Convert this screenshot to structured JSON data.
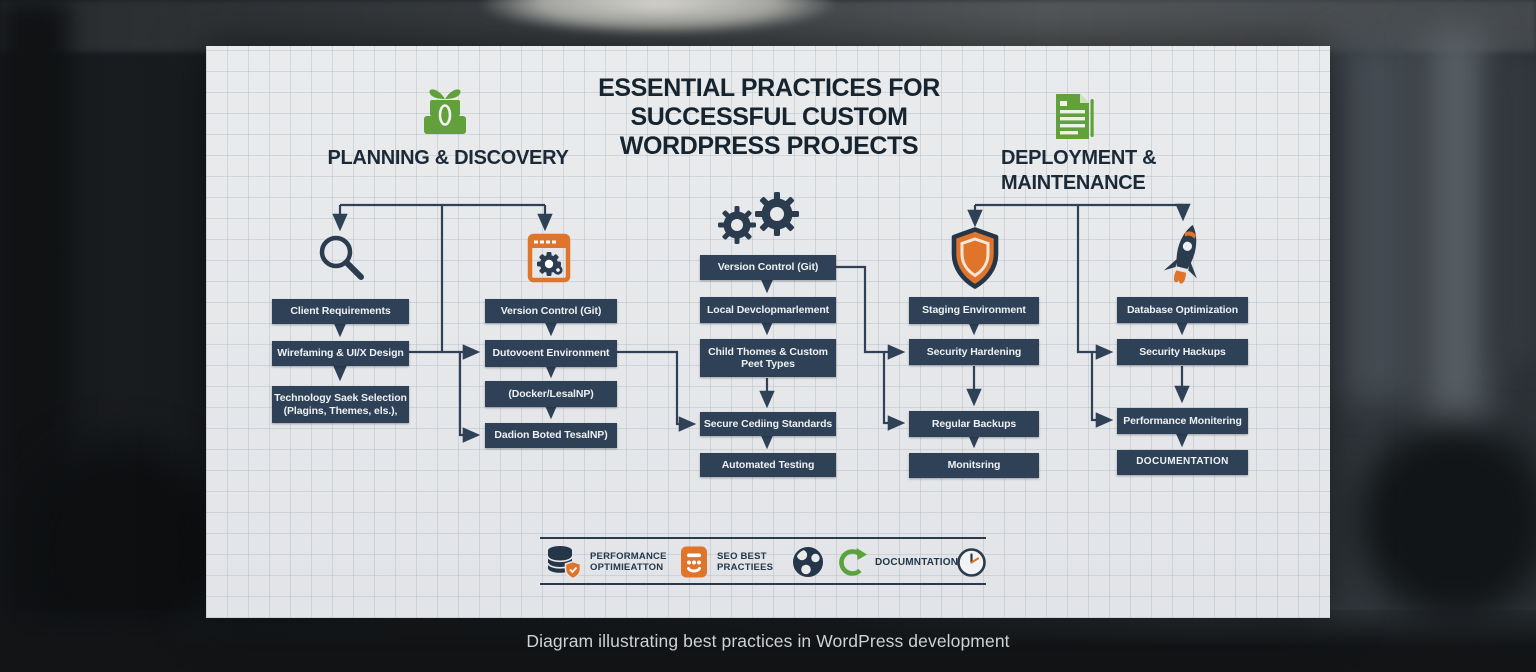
{
  "title": "ESSENTIAL PRACTICES FOR\nSUCCESSFUL CUSTOM\nWORDPRESS PROJECTS",
  "caption": "Diagram illustrating best practices in WordPress development",
  "sections": {
    "planning": {
      "label": "PLANNING & DISCOVERY",
      "icon": "gift-box-icon"
    },
    "deployment": {
      "label": "DEPLOYMENT &\nMAINTENANCE",
      "icon": "document-icon"
    }
  },
  "columns": [
    {
      "name": "discovery",
      "icon": "magnifier-icon",
      "boxes": [
        "Client Requirements",
        "Wirefaming & UI/X Design",
        "Technology Saek Selection\n(Plagins, Themes, els.),"
      ]
    },
    {
      "name": "setup",
      "icon": "browser-gear-icon",
      "boxes": [
        "Version Control (Git)",
        "Dutovoent Environment",
        "(Docker/LesalNP)",
        "Dadion Boted TesalNP)"
      ]
    },
    {
      "name": "development",
      "icon": "gears-icon",
      "boxes": [
        "Version Control (Git)",
        "Local Devclopmarlement",
        "Child Thomes & Custom\nPeet Types",
        "Secure Cediing Standards",
        "Automated Testing"
      ]
    },
    {
      "name": "staging",
      "icon": "shield-icon",
      "boxes": [
        "Staging Environment",
        "Security Hardening",
        "Regular Backups",
        "Monitsring"
      ]
    },
    {
      "name": "launch",
      "icon": "rocket-icon",
      "boxes": [
        "Database Optimization",
        "Security Hackups",
        "Performance Monitering",
        "DOCUMENTATION"
      ]
    }
  ],
  "legend": {
    "items": [
      {
        "icon": "database-shield-icon",
        "label": "PERFORMANCE\nOPTIMIEATTON"
      },
      {
        "icon": "seo-server-icon",
        "label": "SEO BEST\nPRACTIEES"
      },
      {
        "icon": "globe-icon",
        "label": ""
      },
      {
        "icon": "refresh-icon",
        "label": "DOCUMNTATION"
      },
      {
        "icon": "clock-icon",
        "label": ""
      }
    ]
  },
  "colors": {
    "navy": "#2e4156",
    "green": "#61a03a",
    "orange": "#e0742a",
    "panel": "#e6e8ea"
  }
}
